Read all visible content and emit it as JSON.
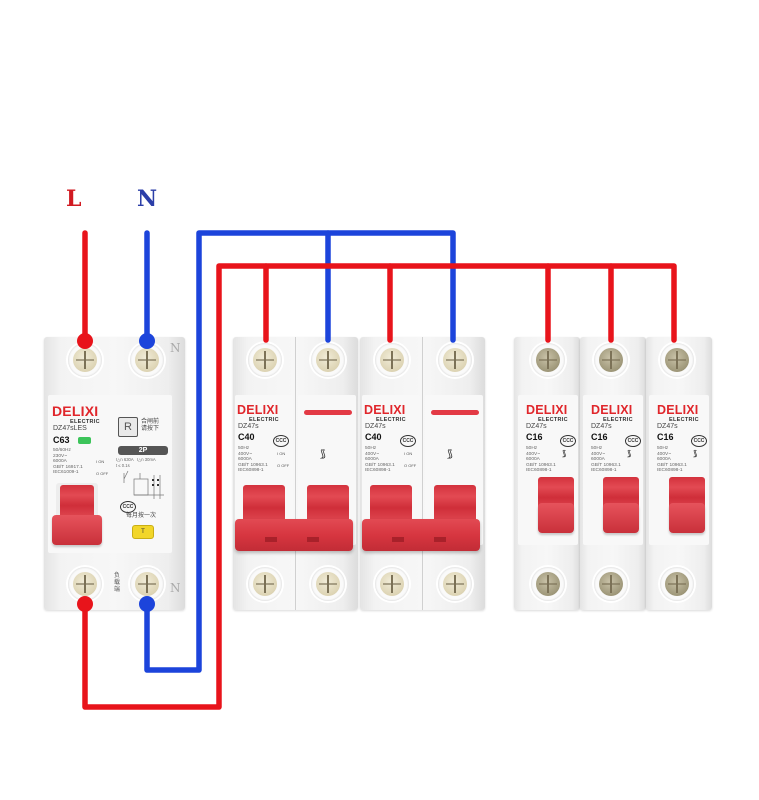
{
  "diagram": {
    "type": "wiring-diagram",
    "description": "Single-phase distribution: 2P RCBO main switch feeding two 2P MCBs and three 1P MCBs",
    "supply_labels": {
      "live": "L",
      "neutral": "N"
    },
    "colors": {
      "live_wire": "#e8141b",
      "neutral_wire": "#1c44db",
      "handle_red": "#d7343f",
      "brand_red": "#e0262b",
      "background": "#ffffff"
    }
  },
  "rcbo": {
    "brand": "DELIXI",
    "brand_sub": "ELECTRIC",
    "model": "DZ47sLES",
    "rating": "C63",
    "reset_box": "R",
    "reset_note_line1": "合闸前",
    "reset_note_line2": "请按下",
    "poles": "2P",
    "specs": "50/60Hz\n230V~\n6000A\nGB/T 16917.1\nIEC61009-1",
    "onoff": "I ON\n\nO OFF",
    "residual": "I△n 630A   I△n 30mA",
    "trip_time": "t ≤ 0.1s",
    "ccc": "CCC",
    "monthly_test": "每月按一次",
    "test_button": "T",
    "load_side_label": "负载端",
    "neutral_mark": "N"
  },
  "mcb_2p": [
    {
      "brand": "DELIXI",
      "brand_sub": "ELECTRIC",
      "model": "DZ47s",
      "rating": "C40",
      "specs": "50Hz\n400V~\n6000A\nGB/T 10963.1\nIEC60898-1",
      "onoff": "I ON\n\nO OFF",
      "ccc": "CCC"
    },
    {
      "brand": "DELIXI",
      "brand_sub": "ELECTRIC",
      "model": "DZ47s",
      "rating": "C40",
      "specs": "50Hz\n400V~\n6000A\nGB/T 10963.1\nIEC60898-1",
      "onoff": "I ON\n\nO OFF",
      "ccc": "CCC"
    }
  ],
  "mcb_1p": [
    {
      "brand": "DELIXI",
      "brand_sub": "ELECTRIC",
      "model": "DZ47s",
      "rating": "C16",
      "specs": "50Hz\n400V~\n6000A\nGB/T 10963.1\nIEC60898-1",
      "ccc": "CCC"
    },
    {
      "brand": "DELIXI",
      "brand_sub": "ELECTRIC",
      "model": "DZ47s",
      "rating": "C16",
      "specs": "50Hz\n400V~\n6000A\nGB/T 10963.1\nIEC60898-1",
      "ccc": "CCC"
    },
    {
      "brand": "DELIXI",
      "brand_sub": "ELECTRIC",
      "model": "DZ47s",
      "rating": "C16",
      "specs": "50Hz\n400V~\n6000A\nGB/T 10963.1\nIEC60898-1",
      "ccc": "CCC"
    }
  ]
}
